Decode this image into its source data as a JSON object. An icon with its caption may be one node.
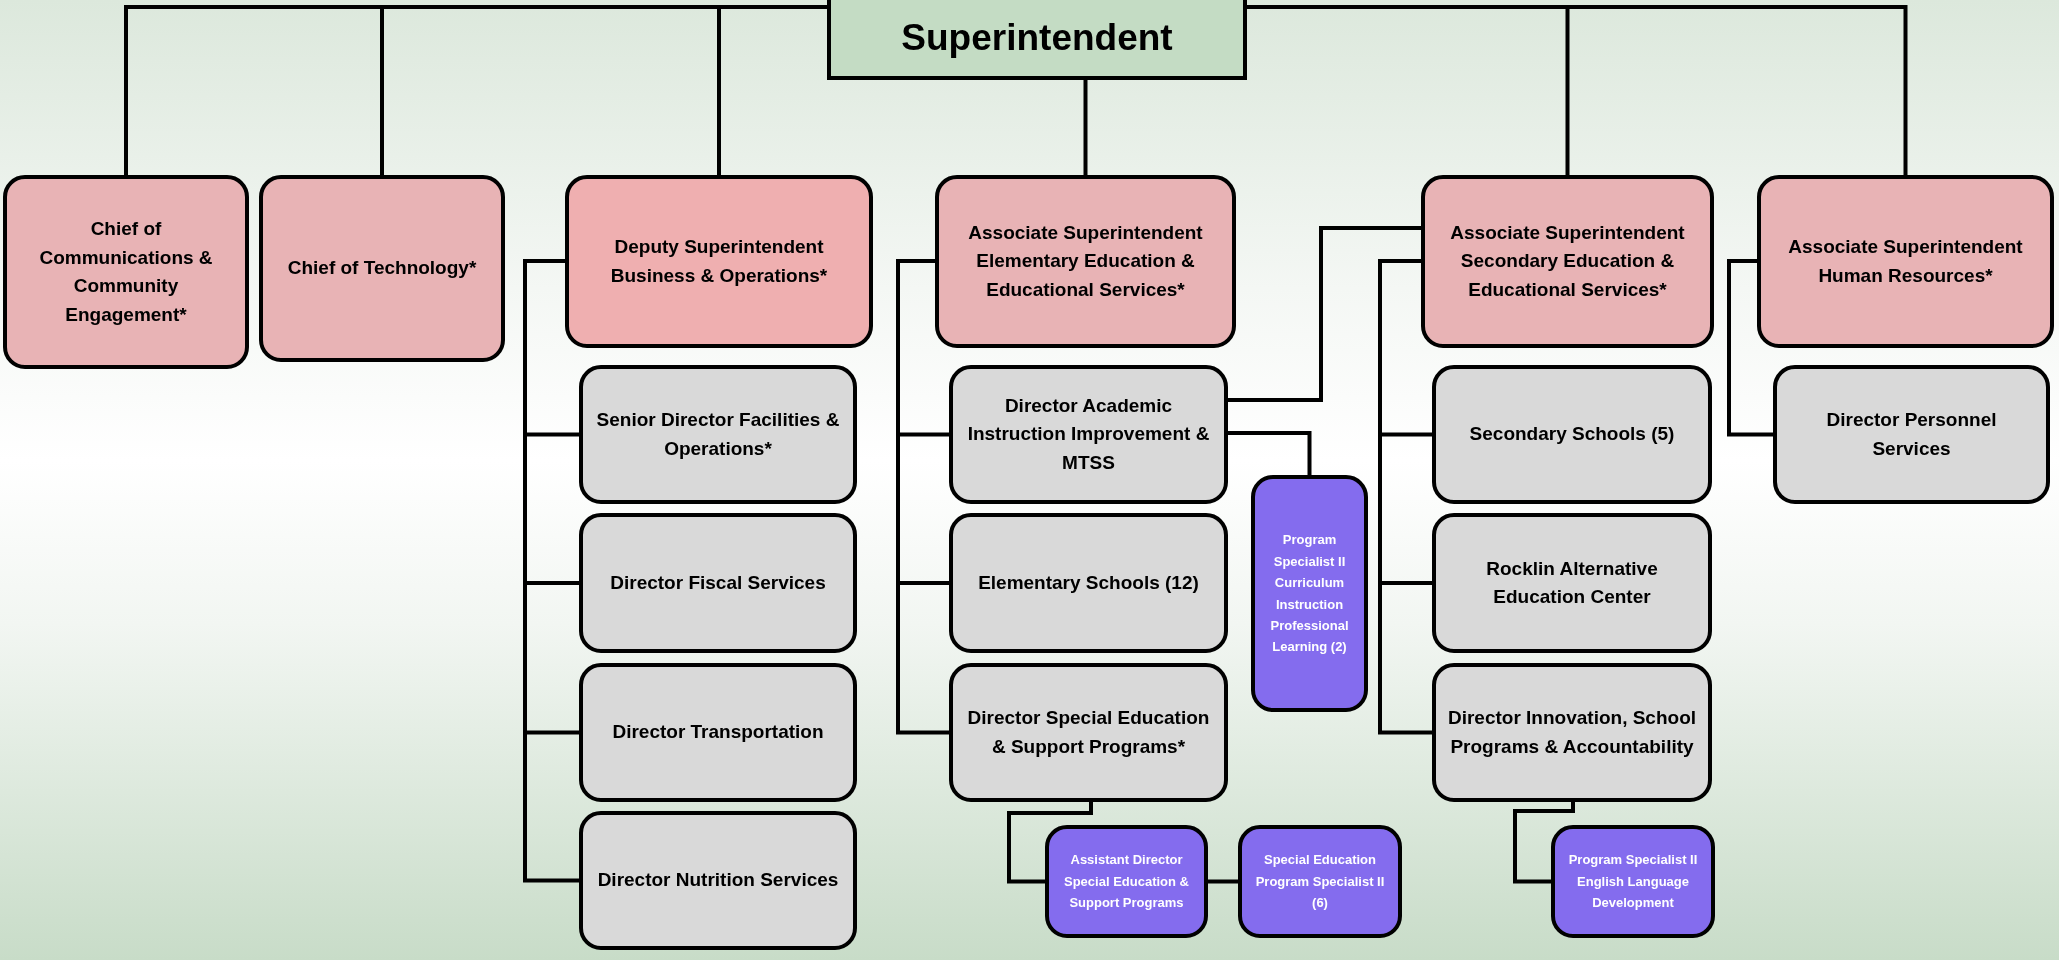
{
  "diagram": {
    "nodes": [
      {
        "text": [
          "Superintendent"
        ]
      },
      {
        "text": [
          "Chief of Communications & Community Engagement*"
        ]
      },
      {
        "text": [
          "Chief of Technology*"
        ]
      },
      {
        "text": [
          "Deputy Superintendent Business & Operations*"
        ]
      },
      {
        "text": [
          "Associate Superintendent Elementary Education & Educational Services*"
        ]
      },
      {
        "text": [
          "Associate Superintendent Secondary Education & Educational Services*"
        ]
      },
      {
        "text": [
          "Associate Superintendent Human Resources*"
        ]
      },
      {
        "text": [
          "Senior Director Facilities & Operations*"
        ]
      },
      {
        "text": [
          "Director Fiscal Services"
        ]
      },
      {
        "text": [
          "Director Transportation"
        ]
      },
      {
        "text": [
          "Director Nutrition Services"
        ]
      },
      {
        "text": [
          "Director Academic Instruction Improvement & MTSS"
        ]
      },
      {
        "text": [
          "Elementary Schools (12)"
        ]
      },
      {
        "text": [
          "Director Special Education & Support Programs*"
        ]
      },
      {
        "text": [
          "Program Specialist II Curriculum Instruction Professional Learning (2)"
        ]
      },
      {
        "text": [
          "Assistant Director Special Education & Support Programs"
        ]
      },
      {
        "text": [
          "Special Education Program Specialist II (6)"
        ]
      },
      {
        "text": [
          "Secondary Schools (5)"
        ]
      },
      {
        "text": [
          "Rocklin Alternative Education Center"
        ]
      },
      {
        "text": [
          "Director Innovation, School Programs & Accountability"
        ]
      },
      {
        "text": [
          "Program Specialist II English Language Development"
        ]
      },
      {
        "text": [
          "Director Personnel Services"
        ]
      }
    ],
    "edges": [
      {
        "from": 0,
        "to": 1,
        "arrow": "none"
      },
      {
        "from": 0,
        "to": 2,
        "arrow": "none"
      },
      {
        "from": 0,
        "to": 3,
        "arrow": "none"
      },
      {
        "from": 0,
        "to": 4,
        "arrow": "none"
      },
      {
        "from": 0,
        "to": 5,
        "arrow": "none"
      },
      {
        "from": 0,
        "to": 6,
        "arrow": "none"
      },
      {
        "from": 3,
        "to": 7,
        "arrow": "none"
      },
      {
        "from": 3,
        "to": 8,
        "arrow": "none"
      },
      {
        "from": 3,
        "to": 9,
        "arrow": "none"
      },
      {
        "from": 3,
        "to": 10,
        "arrow": "none"
      },
      {
        "from": 4,
        "to": 11,
        "arrow": "none"
      },
      {
        "from": 4,
        "to": 12,
        "arrow": "none"
      },
      {
        "from": 4,
        "to": 13,
        "arrow": "none"
      },
      {
        "from": 11,
        "to": 5,
        "arrow": "none"
      },
      {
        "from": 11,
        "to": 14,
        "arrow": "none"
      },
      {
        "from": 13,
        "to": 15,
        "arrow": "none"
      },
      {
        "from": 15,
        "to": 16,
        "arrow": "none"
      },
      {
        "from": 5,
        "to": 17,
        "arrow": "none"
      },
      {
        "from": 5,
        "to": 18,
        "arrow": "none"
      },
      {
        "from": 5,
        "to": 19,
        "arrow": "none"
      },
      {
        "from": 19,
        "to": 20,
        "arrow": "none"
      },
      {
        "from": 6,
        "to": 21,
        "arrow": "none"
      }
    ]
  }
}
